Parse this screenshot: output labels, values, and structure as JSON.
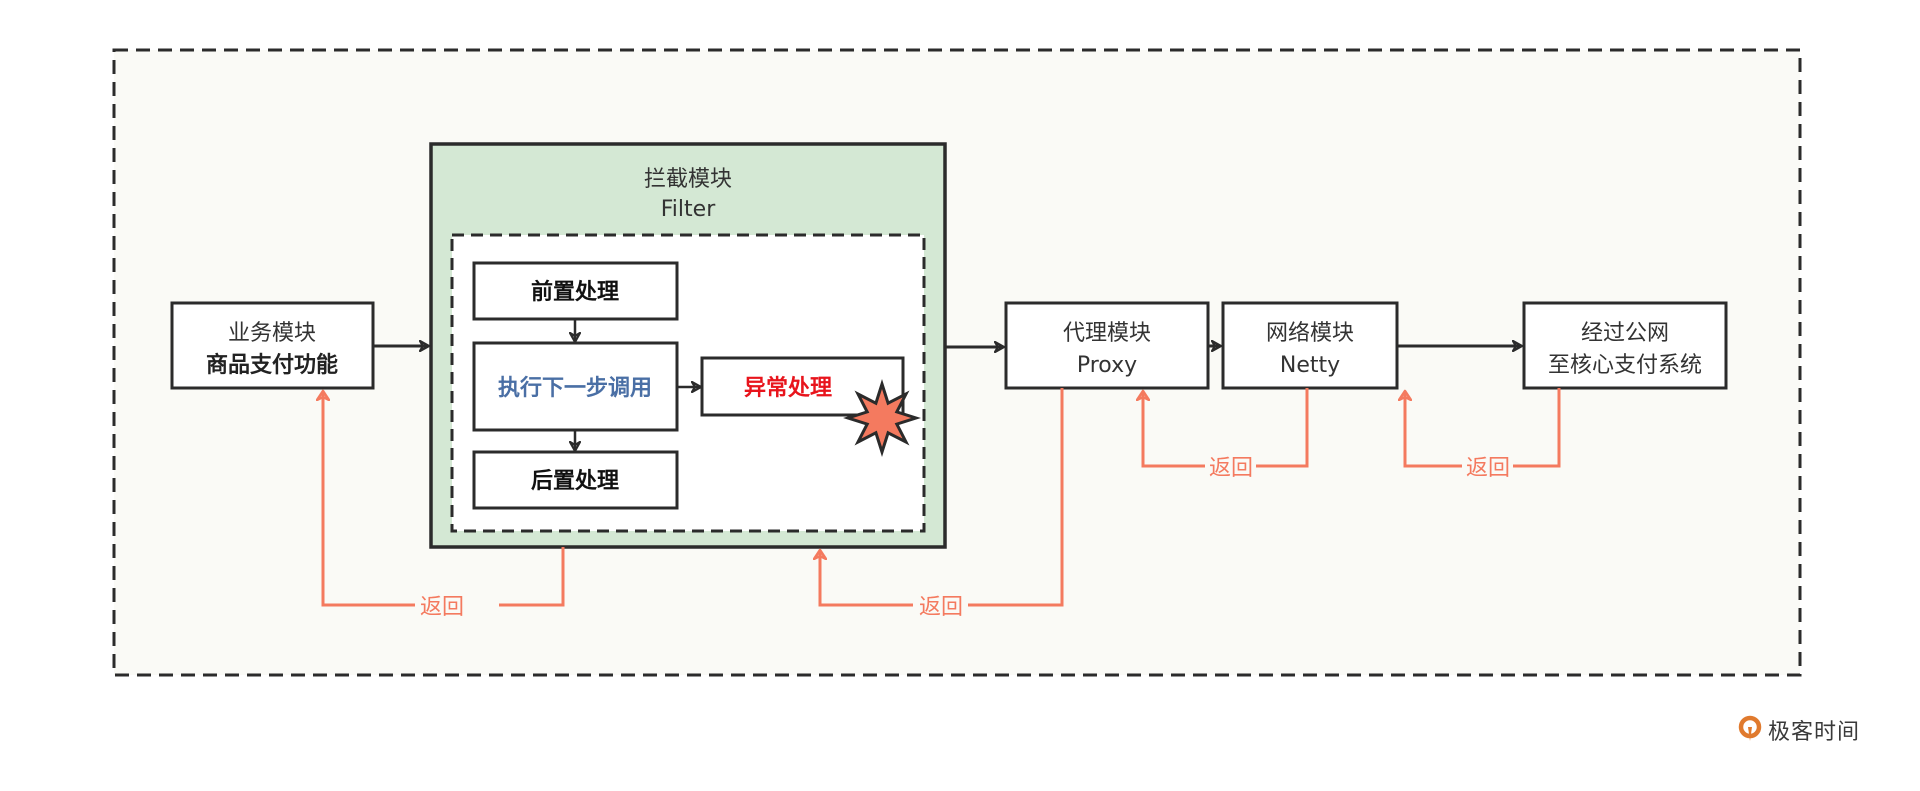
{
  "colors": {
    "background": "#fafaf6",
    "stroke": "#2b2b2b",
    "filter_fill": "#d4e8d4",
    "return_line": "#f47a5f",
    "exec_text": "#4a6fa5",
    "error_text": "#e8141c",
    "star_fill": "#f47a5f"
  },
  "nodes": {
    "business": {
      "line1": "业务模块",
      "line2": "商品支付功能"
    },
    "filter": {
      "line1": "拦截模块",
      "line2": "Filter"
    },
    "pre": {
      "label": "前置处理"
    },
    "exec": {
      "label": "执行下一步调用"
    },
    "post": {
      "label": "后置处理"
    },
    "error": {
      "label": "异常处理"
    },
    "proxy": {
      "line1": "代理模块",
      "line2": "Proxy"
    },
    "netty": {
      "line1": "网络模块",
      "line2": "Netty"
    },
    "core": {
      "line1": "经过公网",
      "line2": "至核心支付系统"
    }
  },
  "returns": {
    "filter_to_business": "返回",
    "proxy_to_filter": "返回",
    "netty_to_proxy": "返回",
    "core_to_netty": "返回"
  },
  "logo": {
    "text": "极客时间",
    "icon": "geektime-logo-icon"
  }
}
